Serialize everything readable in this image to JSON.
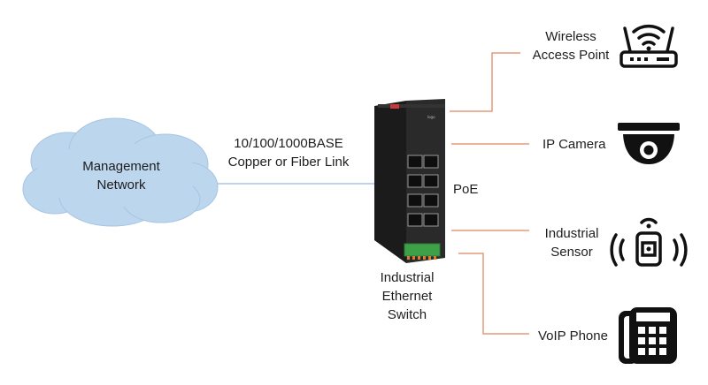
{
  "cloud": {
    "line1": "Management",
    "line2": "Network",
    "fill": "#bcd6ee",
    "stroke": "#a7c4e2"
  },
  "link": {
    "line1": "10/100/1000BASE",
    "line2": "Copper or Fiber Link",
    "color": "#a9c6e4"
  },
  "switch": {
    "line1": "Industrial",
    "line2": "Ethernet",
    "line3": "Switch"
  },
  "poe_label": "PoE",
  "connector_color": "#e39c7c",
  "devices": {
    "wap": {
      "line1": "Wireless",
      "line2": "Access Point",
      "icon": "wifi-router-icon"
    },
    "camera": {
      "label": "IP Camera",
      "icon": "dome-camera-icon"
    },
    "sensor": {
      "line1": "Industrial",
      "line2": "Sensor",
      "icon": "wireless-sensor-icon"
    },
    "phone": {
      "label": "VoIP Phone",
      "icon": "desk-phone-icon"
    }
  }
}
